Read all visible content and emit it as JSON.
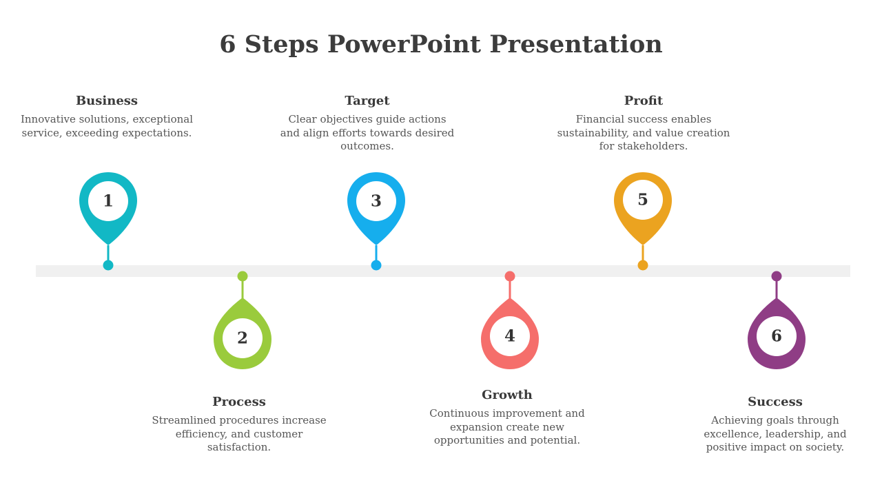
{
  "title": "6 Steps PowerPoint Presentation",
  "steps": [
    {
      "number": "1",
      "heading": "Business",
      "text": "Innovative solutions, exceptional service, exceeding expectations.",
      "color": "#12b8c5"
    },
    {
      "number": "2",
      "heading": "Process",
      "text": "Streamlined procedures increase efficiency, and customer satisfaction.",
      "color": "#9acb3c"
    },
    {
      "number": "3",
      "heading": "Target",
      "text": "Clear objectives guide actions and align efforts towards desired outcomes.",
      "color": "#16aeed"
    },
    {
      "number": "4",
      "heading": "Growth",
      "text": "Continuous improvement and expansion create new opportunities and potential.",
      "color": "#f56e6b"
    },
    {
      "number": "5",
      "heading": "Profit",
      "text": "Financial success enables sustainability,  and value creation for stakeholders.",
      "color": "#eba320"
    },
    {
      "number": "6",
      "heading": "Success",
      "text": "Achieving goals through excellence, leadership, and positive impact on society.",
      "color": "#8f3d85"
    }
  ]
}
